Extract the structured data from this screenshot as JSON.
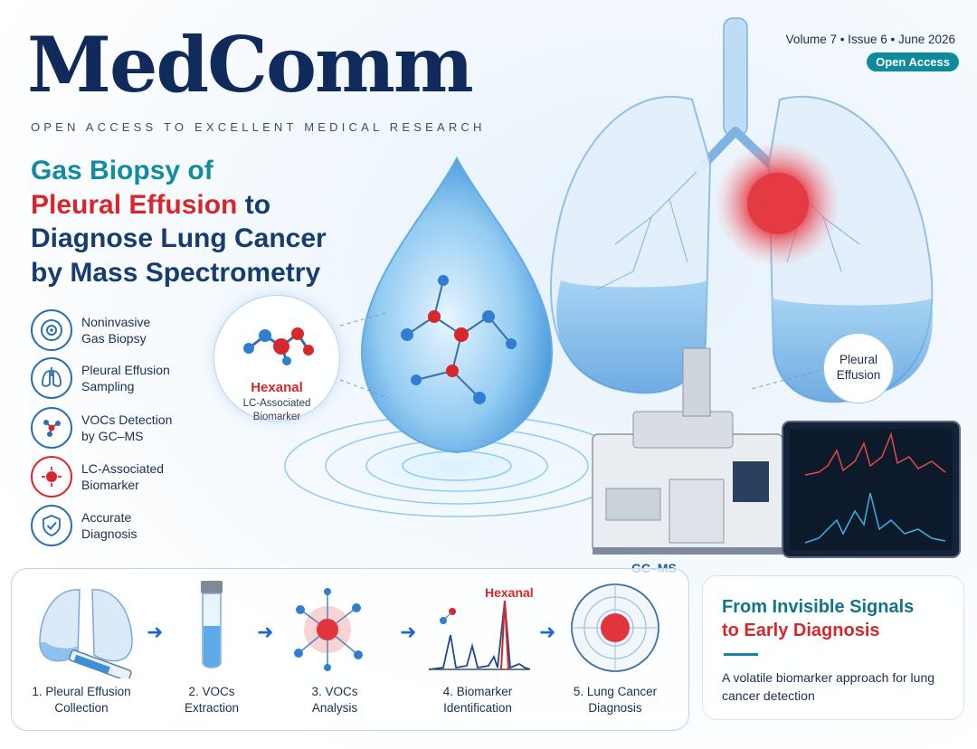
{
  "journal": {
    "name": "MedComm",
    "tagline": "OPEN ACCESS TO EXCELLENT MEDICAL RESEARCH",
    "issue": "Volume 7 • Issue 6 • June 2026",
    "badge": "Open Access"
  },
  "title": {
    "part1": "Gas Biopsy of",
    "part2_red": "Pleural Effusion",
    "part2_rest": " to",
    "part3": "Diagnose Lung Cancer",
    "part4": "by Mass Spectrometry"
  },
  "features": [
    {
      "label": "Noninvasive\nGas Biopsy",
      "icon": "target-icon"
    },
    {
      "label": "Pleural Effusion\nSampling",
      "icon": "lungs-icon"
    },
    {
      "label": "VOCs Detection\nby GC–MS",
      "icon": "molecule-icon"
    },
    {
      "label": "LC-Associated\nBiomarker",
      "icon": "biomarker-icon"
    },
    {
      "label": "Accurate\nDiagnosis",
      "icon": "shield-check-icon"
    }
  ],
  "hexanal": {
    "name": "Hexanal",
    "subtitle": "LC-Associated\nBiomarker"
  },
  "pleural_label": "Pleural\nEffusion",
  "gcms_label": "GC–MS",
  "workflow": {
    "steps": [
      {
        "label": "1. Pleural Effusion\nCollection",
        "icon": "lung-syringe-icon"
      },
      {
        "label": "2. VOCs\nExtraction",
        "icon": "test-tube-icon"
      },
      {
        "label": "3. VOCs\nAnalysis",
        "icon": "molecule-cluster-icon"
      },
      {
        "label": "4. Biomarker\nIdentification",
        "icon": "spectrum-peaks-icon"
      },
      {
        "label": "5. Lung Cancer\nDiagnosis",
        "icon": "target-tumor-icon"
      }
    ],
    "peak_label": "Hexanal"
  },
  "card": {
    "title_line1": "From Invisible Signals",
    "title_line2": "to Early Diagnosis",
    "description": "A volatile biomarker approach for lung cancer detection"
  },
  "colors": {
    "navy": "#102a5c",
    "teal": "#148aa1",
    "red": "#d6282c",
    "blue": "#1f66d1"
  }
}
